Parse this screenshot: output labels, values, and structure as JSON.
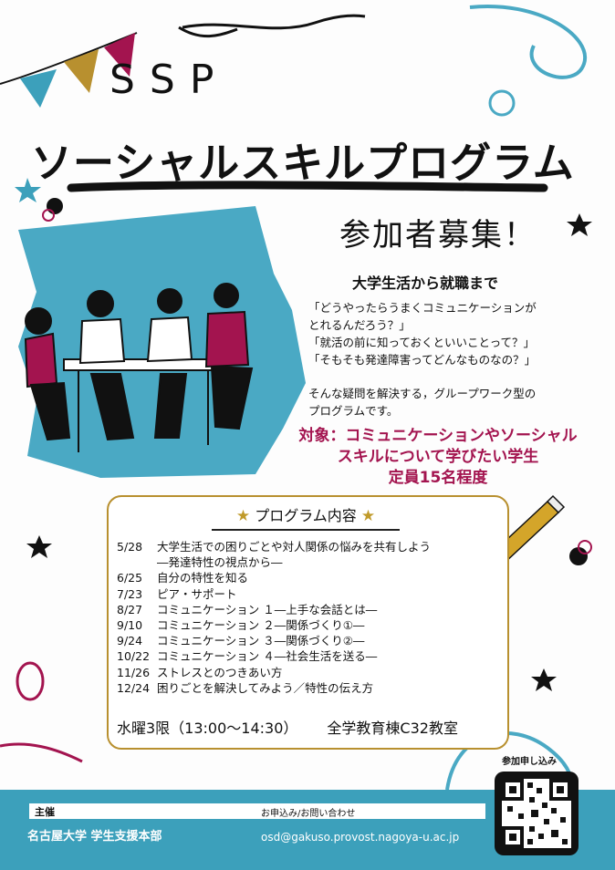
{
  "header": {
    "ssp": "SSP",
    "title": "ソーシャルスキルプログラム",
    "recruit": "参加者募集！"
  },
  "intro": {
    "subhead": "大学生活から就職まで",
    "quotes": [
      "「どうやったらうまくコミュニケーションが",
      "とれるんだろう？」",
      "「就活の前に知っておくといいことって？」",
      "「そもそも発達障害ってどんなものなの？」"
    ],
    "solve": [
      "そんな疑問を解決する，グループワーク型の",
      "プログラムです。"
    ]
  },
  "target": {
    "line1": "対象：コミュニケーションやソーシャル",
    "line2": "スキルについて学びたい学生",
    "capacity": "定員15名程度"
  },
  "program": {
    "title": "プログラム内容",
    "star": "★",
    "items": [
      {
        "date": "5/28",
        "text": "大学生活での困りごとや対人関係の悩みを共有しよう"
      },
      {
        "date": "",
        "text": "―発達特性の視点から―"
      },
      {
        "date": "6/25",
        "text": "自分の特性を知る"
      },
      {
        "date": "7/23",
        "text": "ピア・サポート"
      },
      {
        "date": "8/27",
        "text": "コミュニケーション １―上手な会話とは―"
      },
      {
        "date": "9/10",
        "text": "コミュニケーション ２―関係づくり①―"
      },
      {
        "date": "9/24",
        "text": "コミュニケーション ３―関係づくり②―"
      },
      {
        "date": "10/22",
        "text": "コミュニケーション ４―社会生活を送る―"
      },
      {
        "date": "11/26",
        "text": "ストレスとのつきあい方"
      },
      {
        "date": "12/24",
        "text": "困りごとを解決してみよう／特性の伝え方"
      }
    ],
    "time": "水曜3限（13:00～14:30）",
    "place": "全学教育棟C32教室"
  },
  "footer": {
    "host_label": "主催",
    "contact_label": "お申込み/お問い合わせ",
    "org": "名古屋大学 学生支援本部",
    "email": "osd@gakuso.provost.nagoya-u.ac.jp",
    "apply_label": "参加申し込み"
  },
  "colors": {
    "accent_blue": "#3ca0bb",
    "accent_magenta": "#a3144f",
    "accent_gold": "#b8902f"
  }
}
